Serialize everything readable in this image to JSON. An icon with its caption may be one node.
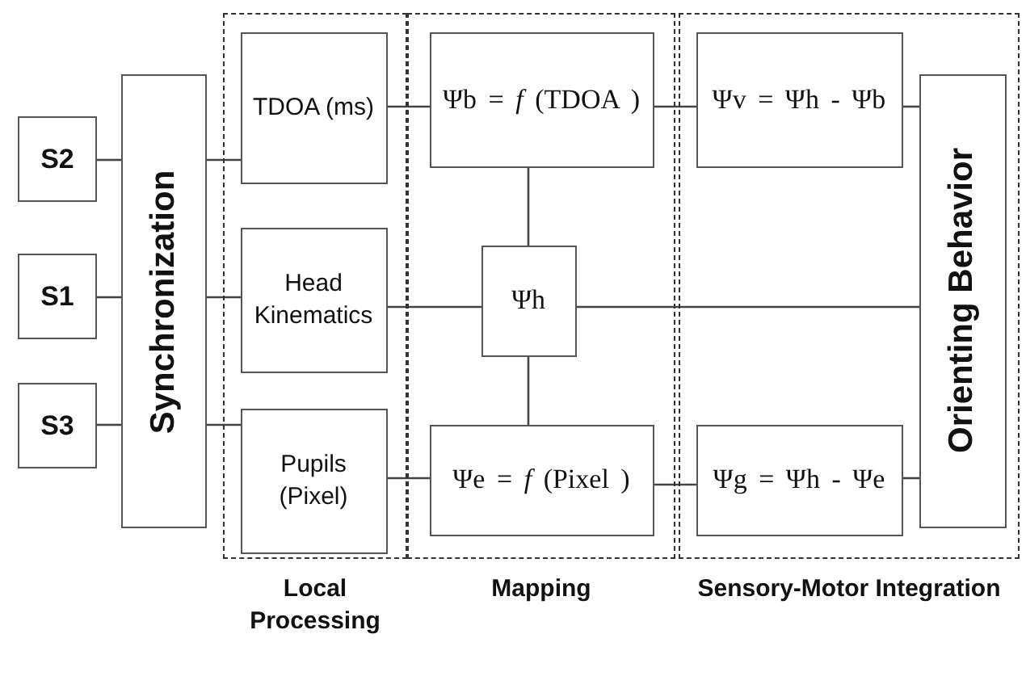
{
  "diagram": {
    "nodes": [
      {
        "text": [
          "S2"
        ]
      },
      {
        "text": [
          "S1"
        ]
      },
      {
        "text": [
          "S3"
        ]
      },
      {
        "text": [
          "Synchronization"
        ]
      },
      {
        "text": [
          "Local Processing"
        ]
      },
      {
        "text": [
          "TDOA (ms)"
        ],
        "in": 4
      },
      {
        "text": [
          "Head Kinematics"
        ],
        "in": 4
      },
      {
        "text": [
          "Pupils (Pixel)"
        ],
        "in": 4
      },
      {
        "text": [
          "Mapping"
        ]
      },
      {
        "text": [
          "Ψb = *f* (TDOA )"
        ],
        "in": 8
      },
      {
        "text": [
          "Ψh"
        ],
        "in": 8
      },
      {
        "text": [
          "Ψe = *f* (Pixel )"
        ],
        "in": 8
      },
      {
        "text": [
          "Sensory-Motor Integration"
        ]
      },
      {
        "text": [
          "Ψv = Ψh - Ψb"
        ],
        "in": 12
      },
      {
        "text": [
          "Ψg = Ψh - Ψe"
        ],
        "in": 12
      },
      {
        "text": [
          "Orienting Behavior"
        ],
        "in": 12
      }
    ],
    "edges": [
      {
        "from": 0,
        "to": 3,
        "arrow": "none"
      },
      {
        "from": 1,
        "to": 3,
        "arrow": "none"
      },
      {
        "from": 2,
        "to": 3,
        "arrow": "none"
      },
      {
        "from": 3,
        "to": 5,
        "arrow": "none"
      },
      {
        "from": 3,
        "to": 6,
        "arrow": "none"
      },
      {
        "from": 3,
        "to": 7,
        "arrow": "none"
      },
      {
        "from": 5,
        "to": 9,
        "arrow": "none"
      },
      {
        "from": 6,
        "to": 10,
        "arrow": "none"
      },
      {
        "from": 7,
        "to": 11,
        "arrow": "none"
      },
      {
        "from": 9,
        "to": 10,
        "arrow": "none"
      },
      {
        "from": 10,
        "to": 11,
        "arrow": "none"
      },
      {
        "from": 9,
        "to": 13,
        "arrow": "none"
      },
      {
        "from": 11,
        "to": 14,
        "arrow": "none"
      },
      {
        "from": 13,
        "to": 15,
        "arrow": "none"
      },
      {
        "from": 10,
        "to": 15,
        "arrow": "none"
      },
      {
        "from": 14,
        "to": 15,
        "arrow": "none"
      }
    ]
  }
}
